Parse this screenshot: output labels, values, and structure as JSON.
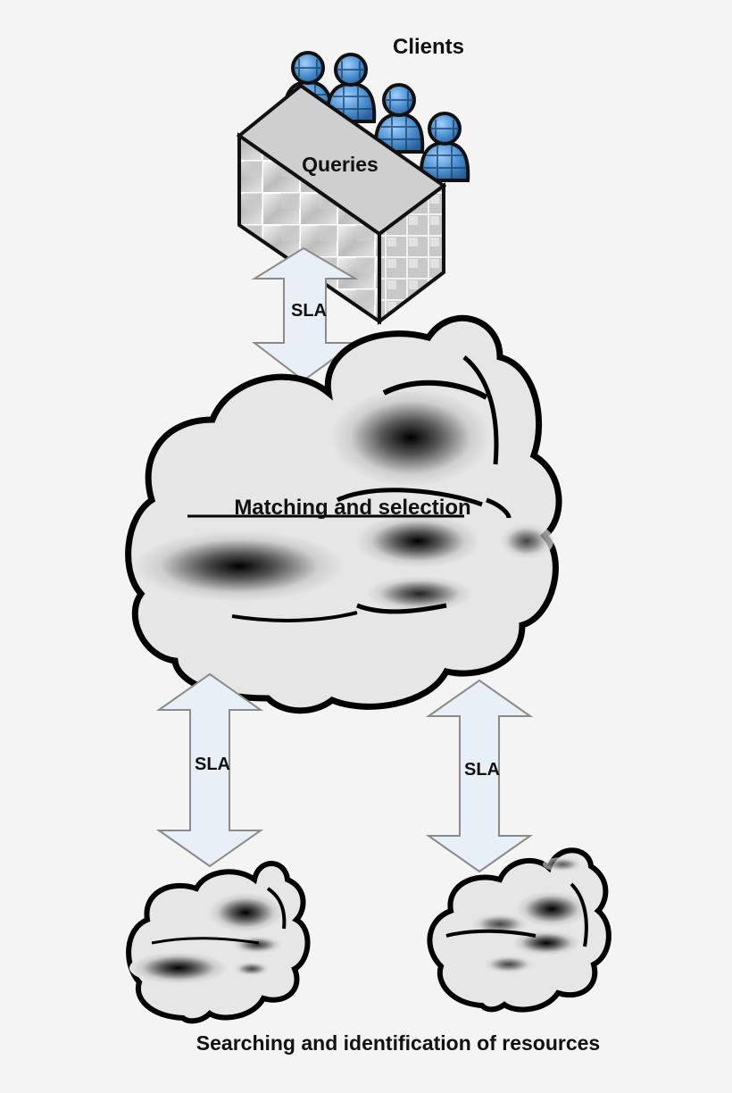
{
  "labels": {
    "clients": "Clients",
    "queries": "Queries",
    "sla_top": "SLA",
    "matching": "Matching and selection",
    "sla_left": "SLA",
    "sla_right": "SLA",
    "footer": "Searching and identification of resources"
  },
  "colors": {
    "background": "#f4f4f4",
    "cloud_fill": "#e6e6e6",
    "cloud_stroke": "#000000",
    "arrow_fill": "#e9eff7",
    "arrow_stroke": "#8a8a8a",
    "client_blue": "#4a8fd0",
    "box_face": "#d4d4d4"
  },
  "icons": [
    "client-person-icon",
    "queries-box-icon",
    "cloud-icon",
    "double-arrow-icon"
  ]
}
